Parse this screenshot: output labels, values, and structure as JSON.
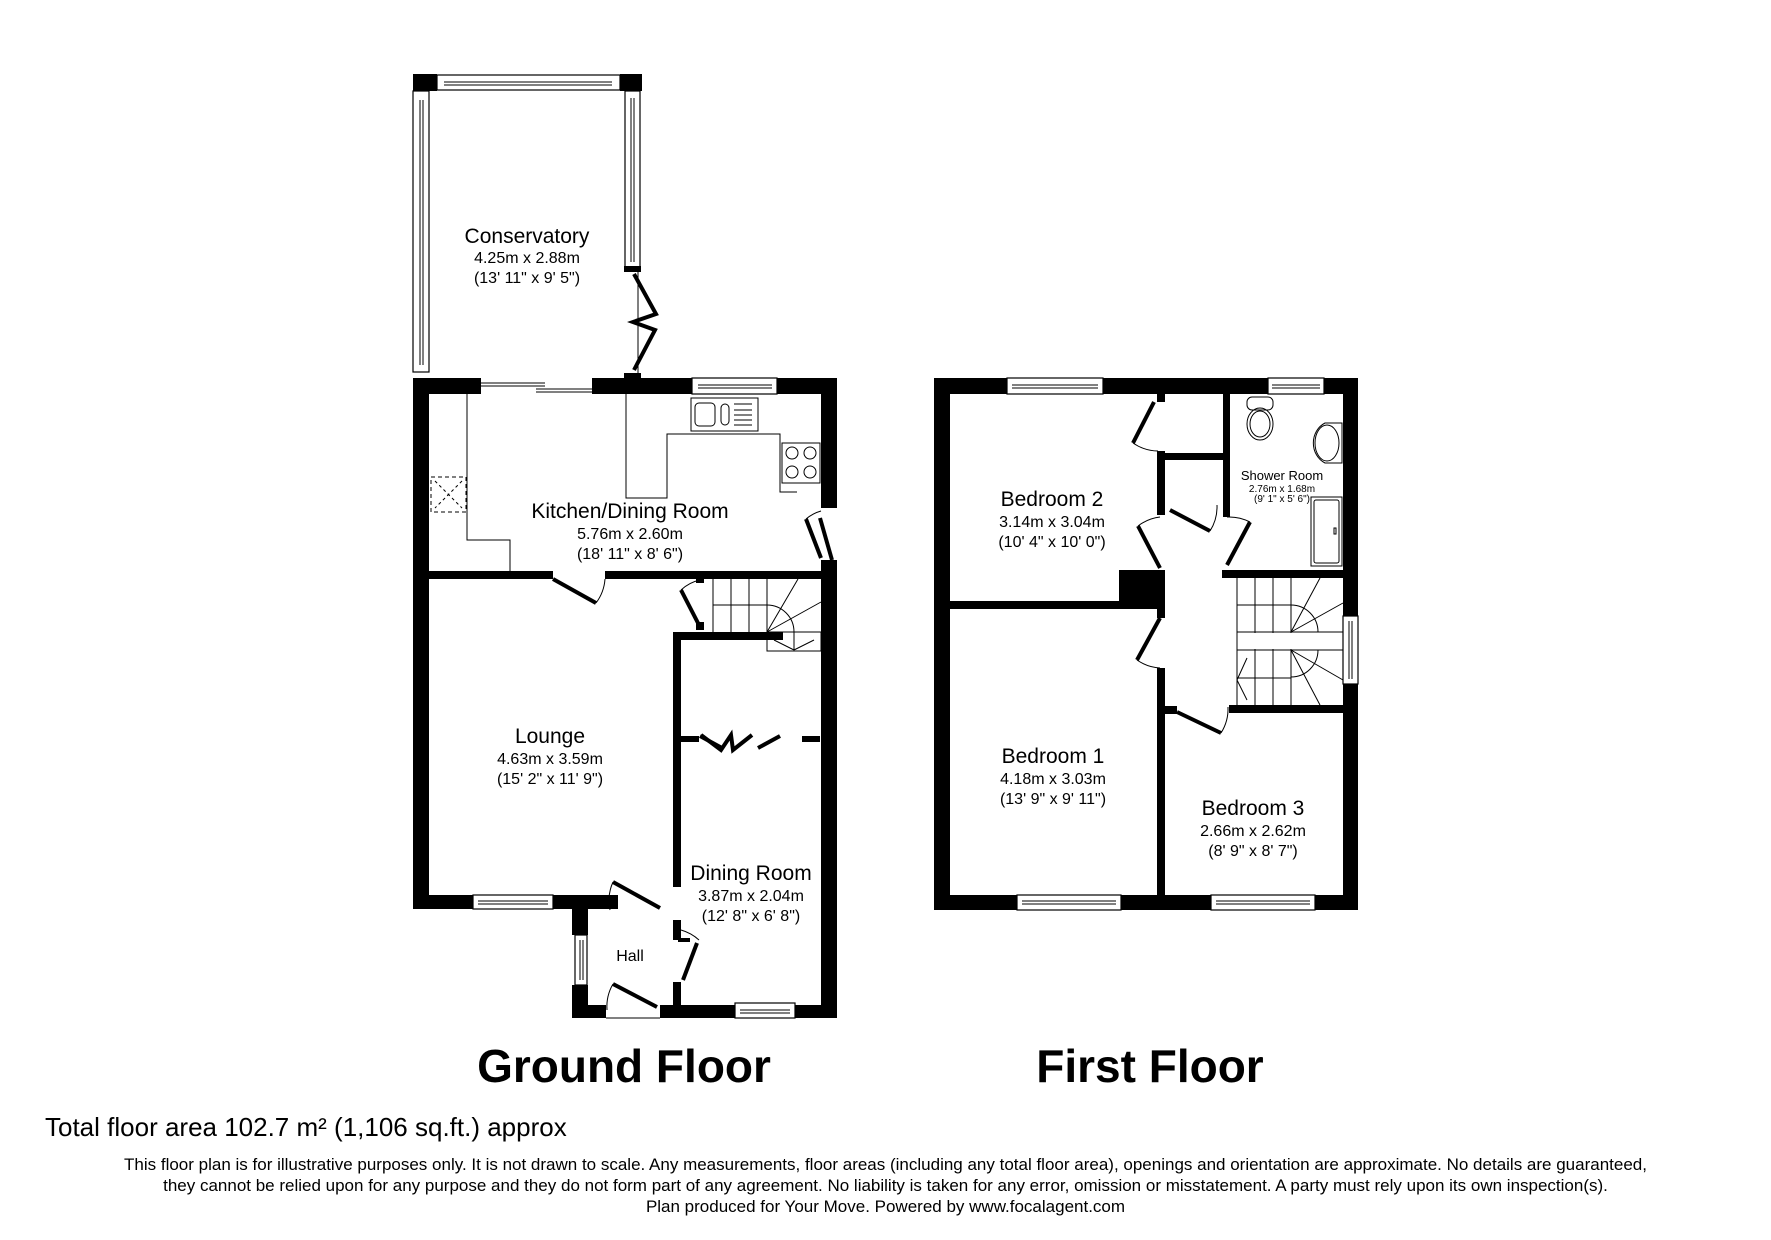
{
  "ground_floor": {
    "title": "Ground Floor",
    "rooms": {
      "conservatory": {
        "name": "Conservatory",
        "metric": "4.25m x 2.88m",
        "imperial": "(13' 11\" x 9' 5\")"
      },
      "kitchen_dining": {
        "name": "Kitchen/Dining Room",
        "metric": "5.76m x 2.60m",
        "imperial": "(18' 11\" x 8' 6\")"
      },
      "lounge": {
        "name": "Lounge",
        "metric": "4.63m x 3.59m",
        "imperial": "(15' 2\" x 11' 9\")"
      },
      "dining_room": {
        "name": "Dining Room",
        "metric": "3.87m x 2.04m",
        "imperial": "(12' 8\" x 6' 8\")"
      },
      "hall": {
        "name": "Hall"
      }
    }
  },
  "first_floor": {
    "title": "First Floor",
    "rooms": {
      "bedroom2": {
        "name": "Bedroom 2",
        "metric": "3.14m x 3.04m",
        "imperial": "(10' 4\" x 10' 0\")"
      },
      "shower_room": {
        "name": "Shower Room",
        "metric": "2.76m x 1.68m",
        "imperial": "(9' 1\" x 5' 6\")"
      },
      "bedroom1": {
        "name": "Bedroom 1",
        "metric": "4.18m x 3.03m",
        "imperial": "(13' 9\" x 9' 11\")"
      },
      "bedroom3": {
        "name": "Bedroom 3",
        "metric": "2.66m x 2.62m",
        "imperial": "(8' 9\" x 8' 7\")"
      }
    }
  },
  "footer": {
    "total_area": "Total floor area 102.7 m² (1,106 sq.ft.) approx",
    "disclaimer_lines": [
      "This floor plan is for illustrative purposes only. It is not drawn to scale. Any measurements, floor areas (including any total floor area), openings and orientation are approximate. No details are guaranteed,",
      "they cannot be relied upon for any purpose and they do not form part of any agreement. No liability is taken for any error, omission or misstatement. A party must rely upon its own inspection(s).",
      "Plan produced for Your Move. Powered by www.focalagent.com"
    ]
  },
  "colors": {
    "wall": "#000000",
    "background": "#ffffff"
  }
}
